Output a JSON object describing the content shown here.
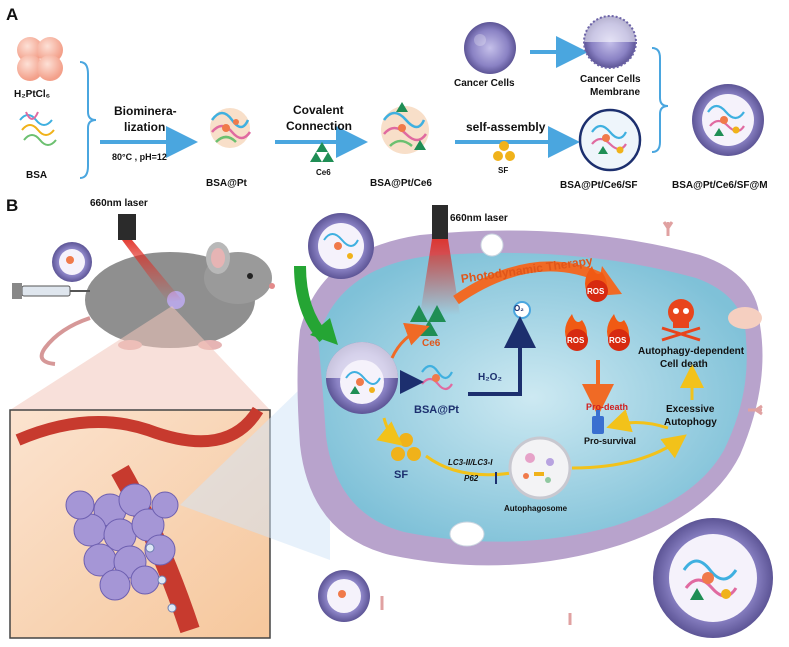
{
  "panels": {
    "a": "A",
    "b": "B"
  },
  "top": {
    "reagent1": "H₂PtCl₆",
    "reagent2": "BSA",
    "step1_line1": "Biominera-",
    "step1_line2": "lization",
    "step1_cond": "80°C , pH=12",
    "prod1": "BSA@Pt",
    "step2_line1": "Covalent",
    "step2_line2": "Connection",
    "ce6": "Ce6",
    "prod2": "BSA@Pt/Ce6",
    "cancer_cells": "Cancer Cells",
    "membrane_line1": "Cancer Cells",
    "membrane_line2": "Membrane",
    "step3": "self-assembly",
    "sf": "SF",
    "prod3": "BSA@Pt/Ce6/SF",
    "prod4": "BSA@Pt/Ce6/SF@M"
  },
  "bottom": {
    "laser_left": "660nm laser",
    "laser_right": "660nm laser",
    "pdt": "Photodynamic Therapy",
    "ce6": "Ce6",
    "o2": "O₂",
    "h2o2": "H₂O₂",
    "bsapt": "BSA@Pt",
    "ros": "ROS",
    "autophagy_death_line1": "Autophagy-dependent",
    "autophagy_death_line2": "Cell death",
    "pro_death": "Pro-death",
    "pro_survival": "Pro-survival",
    "excessive_line1": "Excessive",
    "excessive_line2": "Autophogy",
    "sf": "SF",
    "lc3": "LC3-II/LC3-I",
    "p62": "P62",
    "autophagosome": "Autophagosome"
  },
  "colors": {
    "arrow_blue": "#4aa6df",
    "nano_purple": "#8a82c4",
    "cell_water": "#9fd3e4",
    "cell_membrane": "#b8a3cc",
    "laser_red": "#e02a20",
    "pdt_orange": "#f06a25",
    "green_arrow": "#25a534",
    "ros_red": "#d72a10",
    "sf_gold": "#f0b21a",
    "ce6_green": "#1f8e55"
  }
}
